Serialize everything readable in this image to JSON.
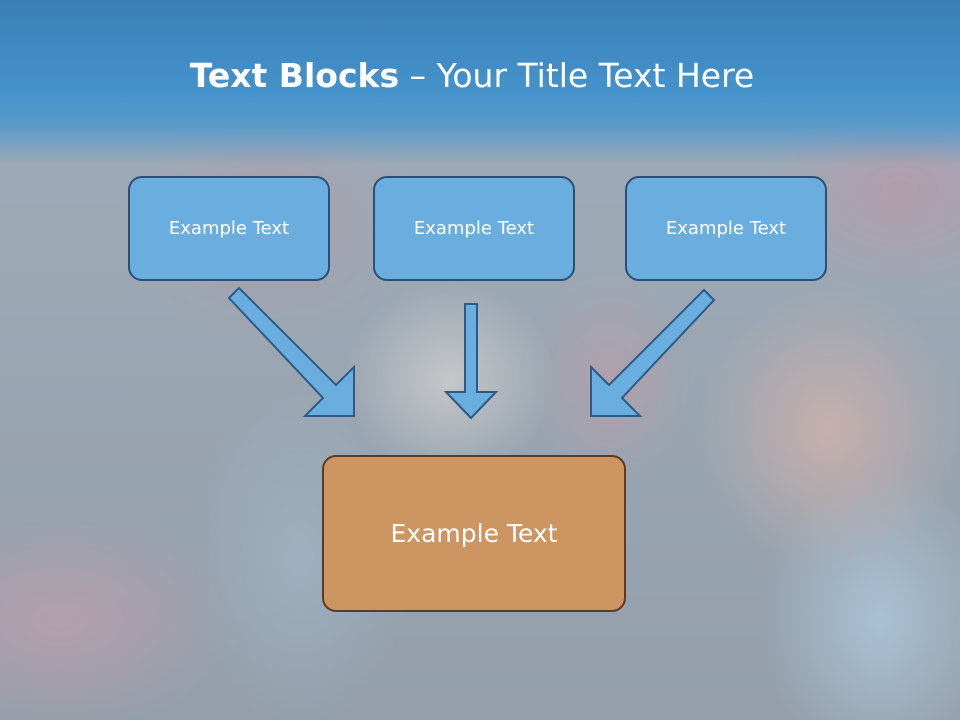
{
  "slide": {
    "title_bold": "Text Blocks",
    "title_dash": " – ",
    "title_rest": "Your Title Text Here"
  },
  "blocks": {
    "top": [
      "Example Text",
      "Example Text",
      "Example Text"
    ],
    "bottom": "Example Text"
  },
  "colors": {
    "header": "#4592cb",
    "top_box_fill": "#6aaee0",
    "top_box_border": "#2c4f73",
    "bottom_box_fill": "#cd9562",
    "bottom_box_border": "#5a3c22",
    "arrow_fill": "#6aaee0"
  },
  "icons": [
    "arrow-down-right-icon",
    "arrow-down-icon",
    "arrow-down-left-icon"
  ]
}
